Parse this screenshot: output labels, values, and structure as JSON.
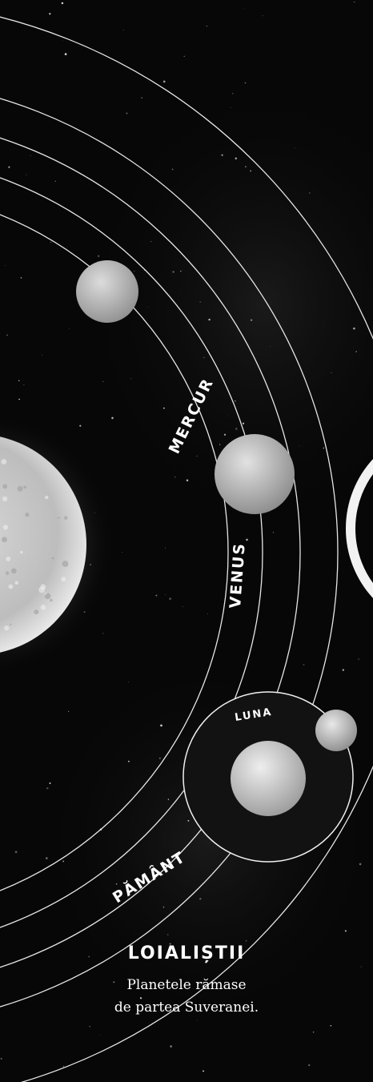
{
  "diagram": {
    "planets": {
      "mercury": "MERCUR",
      "venus": "VENUS",
      "earth": "PĂMÂNT",
      "moon": "LUNA"
    }
  },
  "caption": {
    "title": "LOIALIȘTII",
    "lines": [
      "Planetele rămase",
      "de partea Suveranei."
    ]
  },
  "colors": {
    "background": "#070707",
    "orbit_lines": "#e6e6e6",
    "text": "#ffffff",
    "earth_ring_fill": "#121212"
  }
}
